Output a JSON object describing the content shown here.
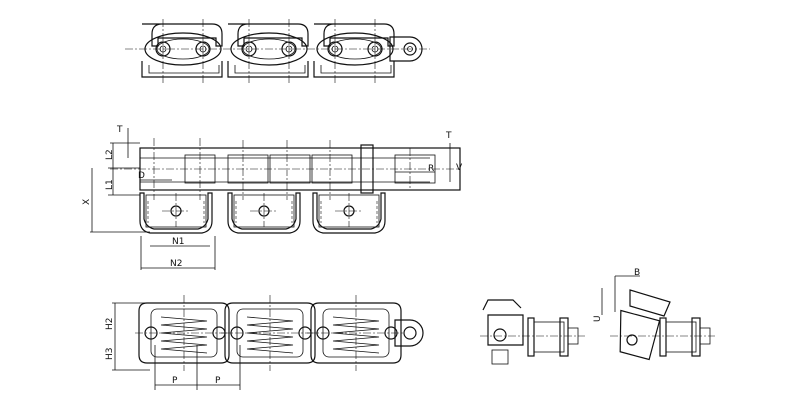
{
  "labels": {
    "T_left": "T",
    "L2": "L2",
    "L1": "L1",
    "D": "D",
    "X": "X",
    "R": "R",
    "V": "V",
    "T_right": "T",
    "N1": "N1",
    "N2": "N2",
    "H2": "H2",
    "H3": "H3",
    "P_left": "P",
    "P_right": "P",
    "B": "B",
    "U": "U"
  }
}
